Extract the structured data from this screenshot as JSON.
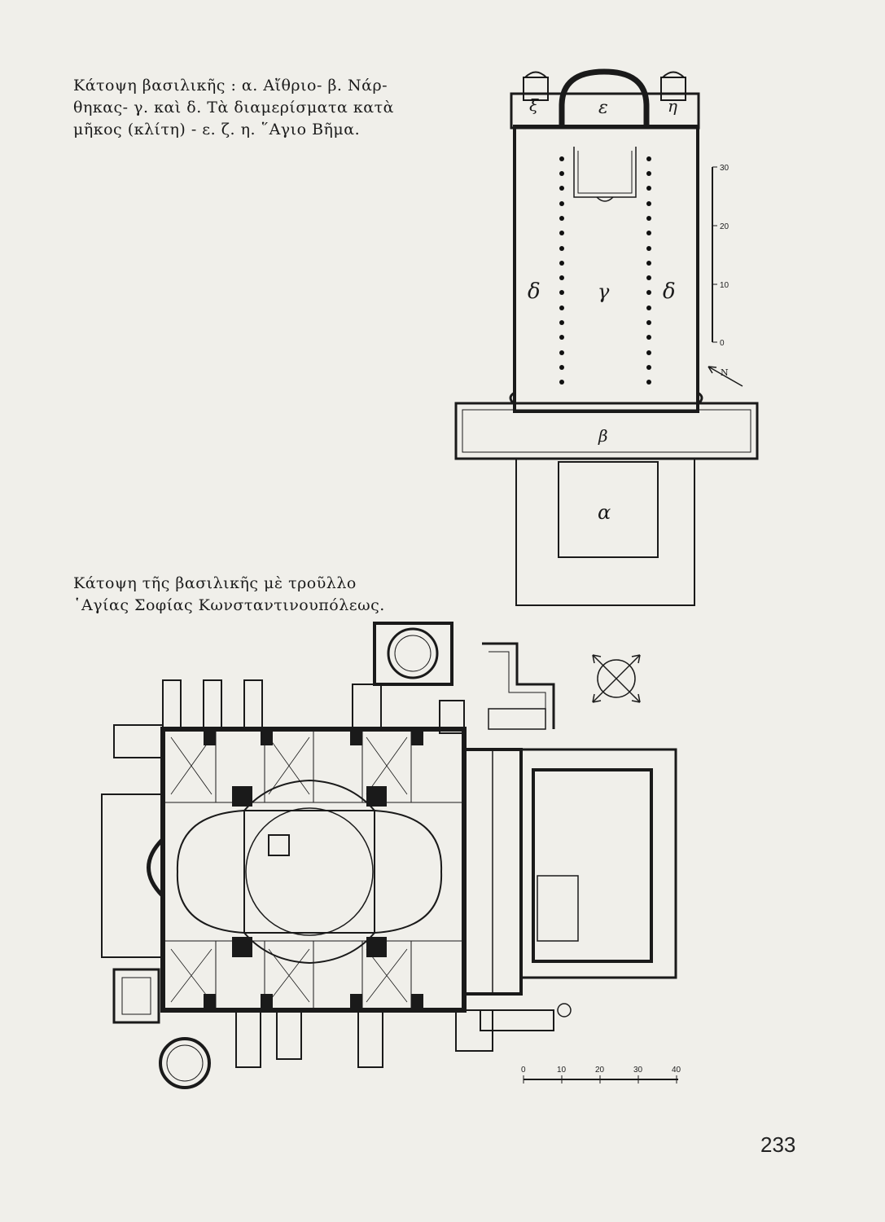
{
  "captions": {
    "basilica": {
      "line1": "Κάτοψη βασιλικῆς : α. Αἴθριο- β. Νάρ-",
      "line2": "θηκας- γ. καὶ δ. Τὰ διαμερίσματα κατὰ",
      "line3": "μῆκος (κλίτη) - ε. ζ. η. ῞Αγιο Βῆμα."
    },
    "hagia_sophia": {
      "line1": "Κάτοψη τῆς βασιλικῆς μὲ τροῦλλο",
      "line2": "῾Αγίας Σοφίας Κωνσταντινουπόλεως."
    }
  },
  "basilica_plan": {
    "labels": {
      "atrium": "α",
      "narthex": "β",
      "nave": "γ",
      "aisle_left": "δ",
      "aisle_right": "δ",
      "bema_center": "ε",
      "bema_left": "ξ",
      "bema_right": "η"
    },
    "scale_bar": {
      "ticks": [
        "30",
        "20",
        "10",
        "0"
      ]
    },
    "north_mark": "N"
  },
  "sophia_plan": {
    "scale_bar": {
      "ticks": [
        "0",
        "10",
        "20",
        "30",
        "40"
      ]
    }
  },
  "page_number": "233"
}
